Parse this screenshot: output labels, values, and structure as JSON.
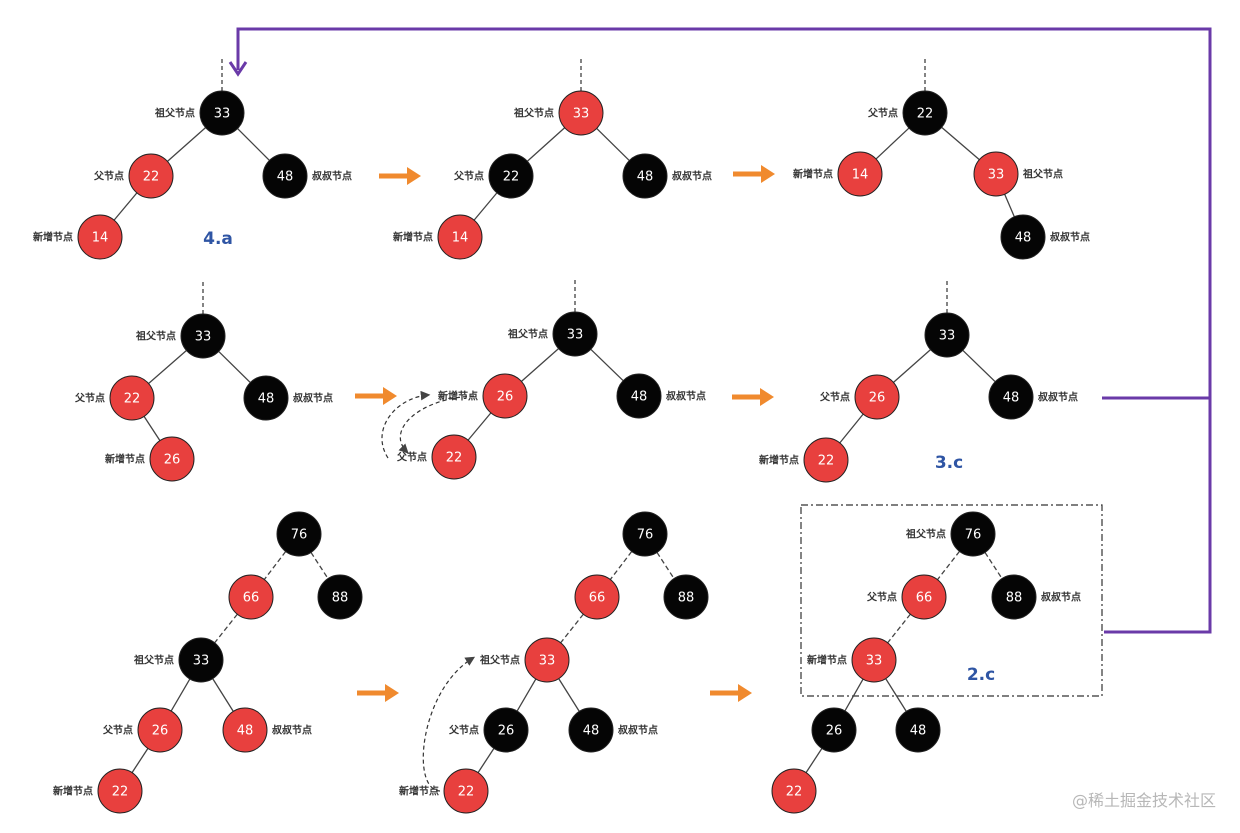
{
  "colors": {
    "red_node": "#e8403e",
    "black_node": "#050505",
    "edge": "#444444",
    "step_arrow": "#f08a2e",
    "flow_line": "#6a3aa8",
    "case_label": "#2f55a4"
  },
  "labels": {
    "grandparent": "祖父节点",
    "parent": "父节点",
    "uncle": "叔叔节点",
    "new_node": "新增节点"
  },
  "case_labels": {
    "a": "4.a",
    "b": "3.c",
    "c": "2.c"
  },
  "watermark": "@稀土掘金技术社区",
  "diagrams": [
    {
      "id": "r1d1",
      "nodes": [
        {
          "id": "n33",
          "value": "33",
          "color": "black",
          "tag": "grandparent"
        },
        {
          "id": "n22",
          "value": "22",
          "color": "red",
          "tag": "parent"
        },
        {
          "id": "n48",
          "value": "48",
          "color": "black",
          "tag": "uncle"
        },
        {
          "id": "n14",
          "value": "14",
          "color": "red",
          "tag": "new_node"
        }
      ]
    },
    {
      "id": "r1d2",
      "nodes": [
        {
          "id": "n33",
          "value": "33",
          "color": "red",
          "tag": "grandparent"
        },
        {
          "id": "n22",
          "value": "22",
          "color": "black",
          "tag": "parent"
        },
        {
          "id": "n48",
          "value": "48",
          "color": "black",
          "tag": "uncle"
        },
        {
          "id": "n14",
          "value": "14",
          "color": "red",
          "tag": "new_node"
        }
      ]
    },
    {
      "id": "r1d3",
      "nodes": [
        {
          "id": "n22",
          "value": "22",
          "color": "black",
          "tag": "parent"
        },
        {
          "id": "n14",
          "value": "14",
          "color": "red",
          "tag": "new_node"
        },
        {
          "id": "n33",
          "value": "33",
          "color": "red",
          "tag": "grandparent"
        },
        {
          "id": "n48",
          "value": "48",
          "color": "black",
          "tag": "uncle"
        }
      ]
    },
    {
      "id": "r2d1",
      "nodes": [
        {
          "id": "n33",
          "value": "33",
          "color": "black",
          "tag": "grandparent"
        },
        {
          "id": "n22",
          "value": "22",
          "color": "red",
          "tag": "parent"
        },
        {
          "id": "n48",
          "value": "48",
          "color": "black",
          "tag": "uncle"
        },
        {
          "id": "n26",
          "value": "26",
          "color": "red",
          "tag": "new_node"
        }
      ]
    },
    {
      "id": "r2d2",
      "nodes": [
        {
          "id": "n33",
          "value": "33",
          "color": "black",
          "tag": "grandparent"
        },
        {
          "id": "n26",
          "value": "26",
          "color": "red",
          "tag": "new_node"
        },
        {
          "id": "n48",
          "value": "48",
          "color": "black",
          "tag": "uncle"
        },
        {
          "id": "n22",
          "value": "22",
          "color": "red",
          "tag": "parent"
        }
      ]
    },
    {
      "id": "r2d3",
      "nodes": [
        {
          "id": "n33",
          "value": "33",
          "color": "black",
          "tag": ""
        },
        {
          "id": "n26",
          "value": "26",
          "color": "red",
          "tag": "parent"
        },
        {
          "id": "n48",
          "value": "48",
          "color": "black",
          "tag": "uncle"
        },
        {
          "id": "n22",
          "value": "22",
          "color": "red",
          "tag": "new_node"
        }
      ]
    },
    {
      "id": "r3d1",
      "nodes": [
        {
          "id": "n76",
          "value": "76",
          "color": "black",
          "tag": ""
        },
        {
          "id": "n66",
          "value": "66",
          "color": "red",
          "tag": ""
        },
        {
          "id": "n88",
          "value": "88",
          "color": "black",
          "tag": ""
        },
        {
          "id": "n33",
          "value": "33",
          "color": "black",
          "tag": "grandparent"
        },
        {
          "id": "n26",
          "value": "26",
          "color": "red",
          "tag": "parent"
        },
        {
          "id": "n48",
          "value": "48",
          "color": "red",
          "tag": "uncle"
        },
        {
          "id": "n22",
          "value": "22",
          "color": "red",
          "tag": "new_node"
        }
      ]
    },
    {
      "id": "r3d2",
      "nodes": [
        {
          "id": "n76",
          "value": "76",
          "color": "black",
          "tag": ""
        },
        {
          "id": "n66",
          "value": "66",
          "color": "red",
          "tag": ""
        },
        {
          "id": "n88",
          "value": "88",
          "color": "black",
          "tag": ""
        },
        {
          "id": "n33",
          "value": "33",
          "color": "red",
          "tag": "grandparent"
        },
        {
          "id": "n26",
          "value": "26",
          "color": "black",
          "tag": "parent"
        },
        {
          "id": "n48",
          "value": "48",
          "color": "black",
          "tag": "uncle"
        },
        {
          "id": "n22",
          "value": "22",
          "color": "red",
          "tag": "new_node"
        }
      ]
    },
    {
      "id": "r3d3",
      "nodes": [
        {
          "id": "n76",
          "value": "76",
          "color": "black",
          "tag": "grandparent"
        },
        {
          "id": "n66",
          "value": "66",
          "color": "red",
          "tag": "parent"
        },
        {
          "id": "n88",
          "value": "88",
          "color": "black",
          "tag": "uncle"
        },
        {
          "id": "n33",
          "value": "33",
          "color": "red",
          "tag": "new_node"
        },
        {
          "id": "n26",
          "value": "26",
          "color": "black",
          "tag": ""
        },
        {
          "id": "n48",
          "value": "48",
          "color": "black",
          "tag": ""
        },
        {
          "id": "n22",
          "value": "22",
          "color": "red",
          "tag": ""
        }
      ]
    }
  ]
}
